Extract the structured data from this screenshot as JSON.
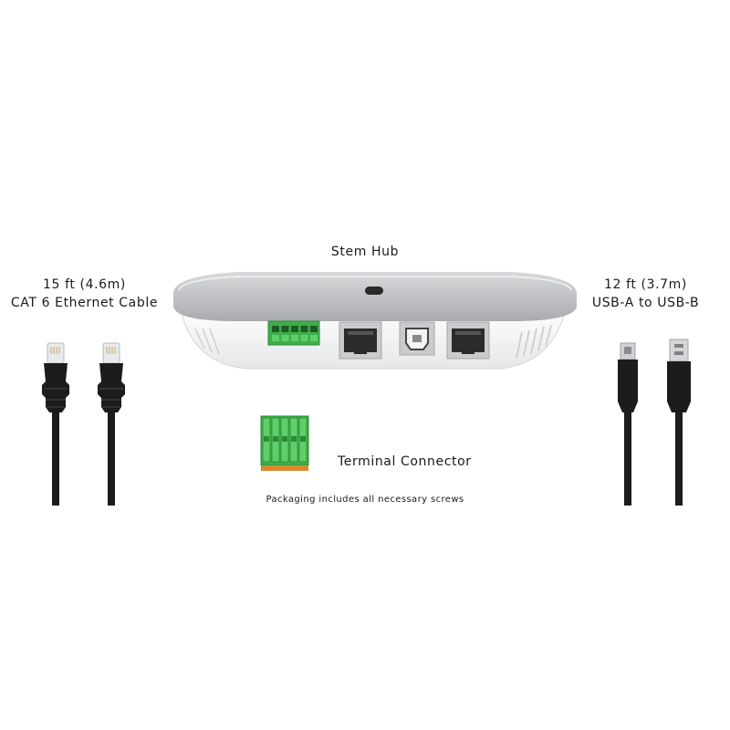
{
  "labels": {
    "cat6_length": "15 ft (4.6m)",
    "cat6_name": "CAT 6 Ethernet Cable",
    "usb_length": "12 ft (3.7m)",
    "usb_name": "USB-A to USB-B",
    "hub": "Stem Hub",
    "terminal": "Terminal Connector",
    "packaging_note": "Packaging includes all necessary screws"
  },
  "colors": {
    "hub_shell": "#b7b9bc",
    "hub_body": "#f3f4f5",
    "port_frame": "#c9cbcd",
    "terminal_green": "#3fae4a",
    "terminal_orange": "#d98a2c",
    "cable_black": "#1c1c1c"
  }
}
